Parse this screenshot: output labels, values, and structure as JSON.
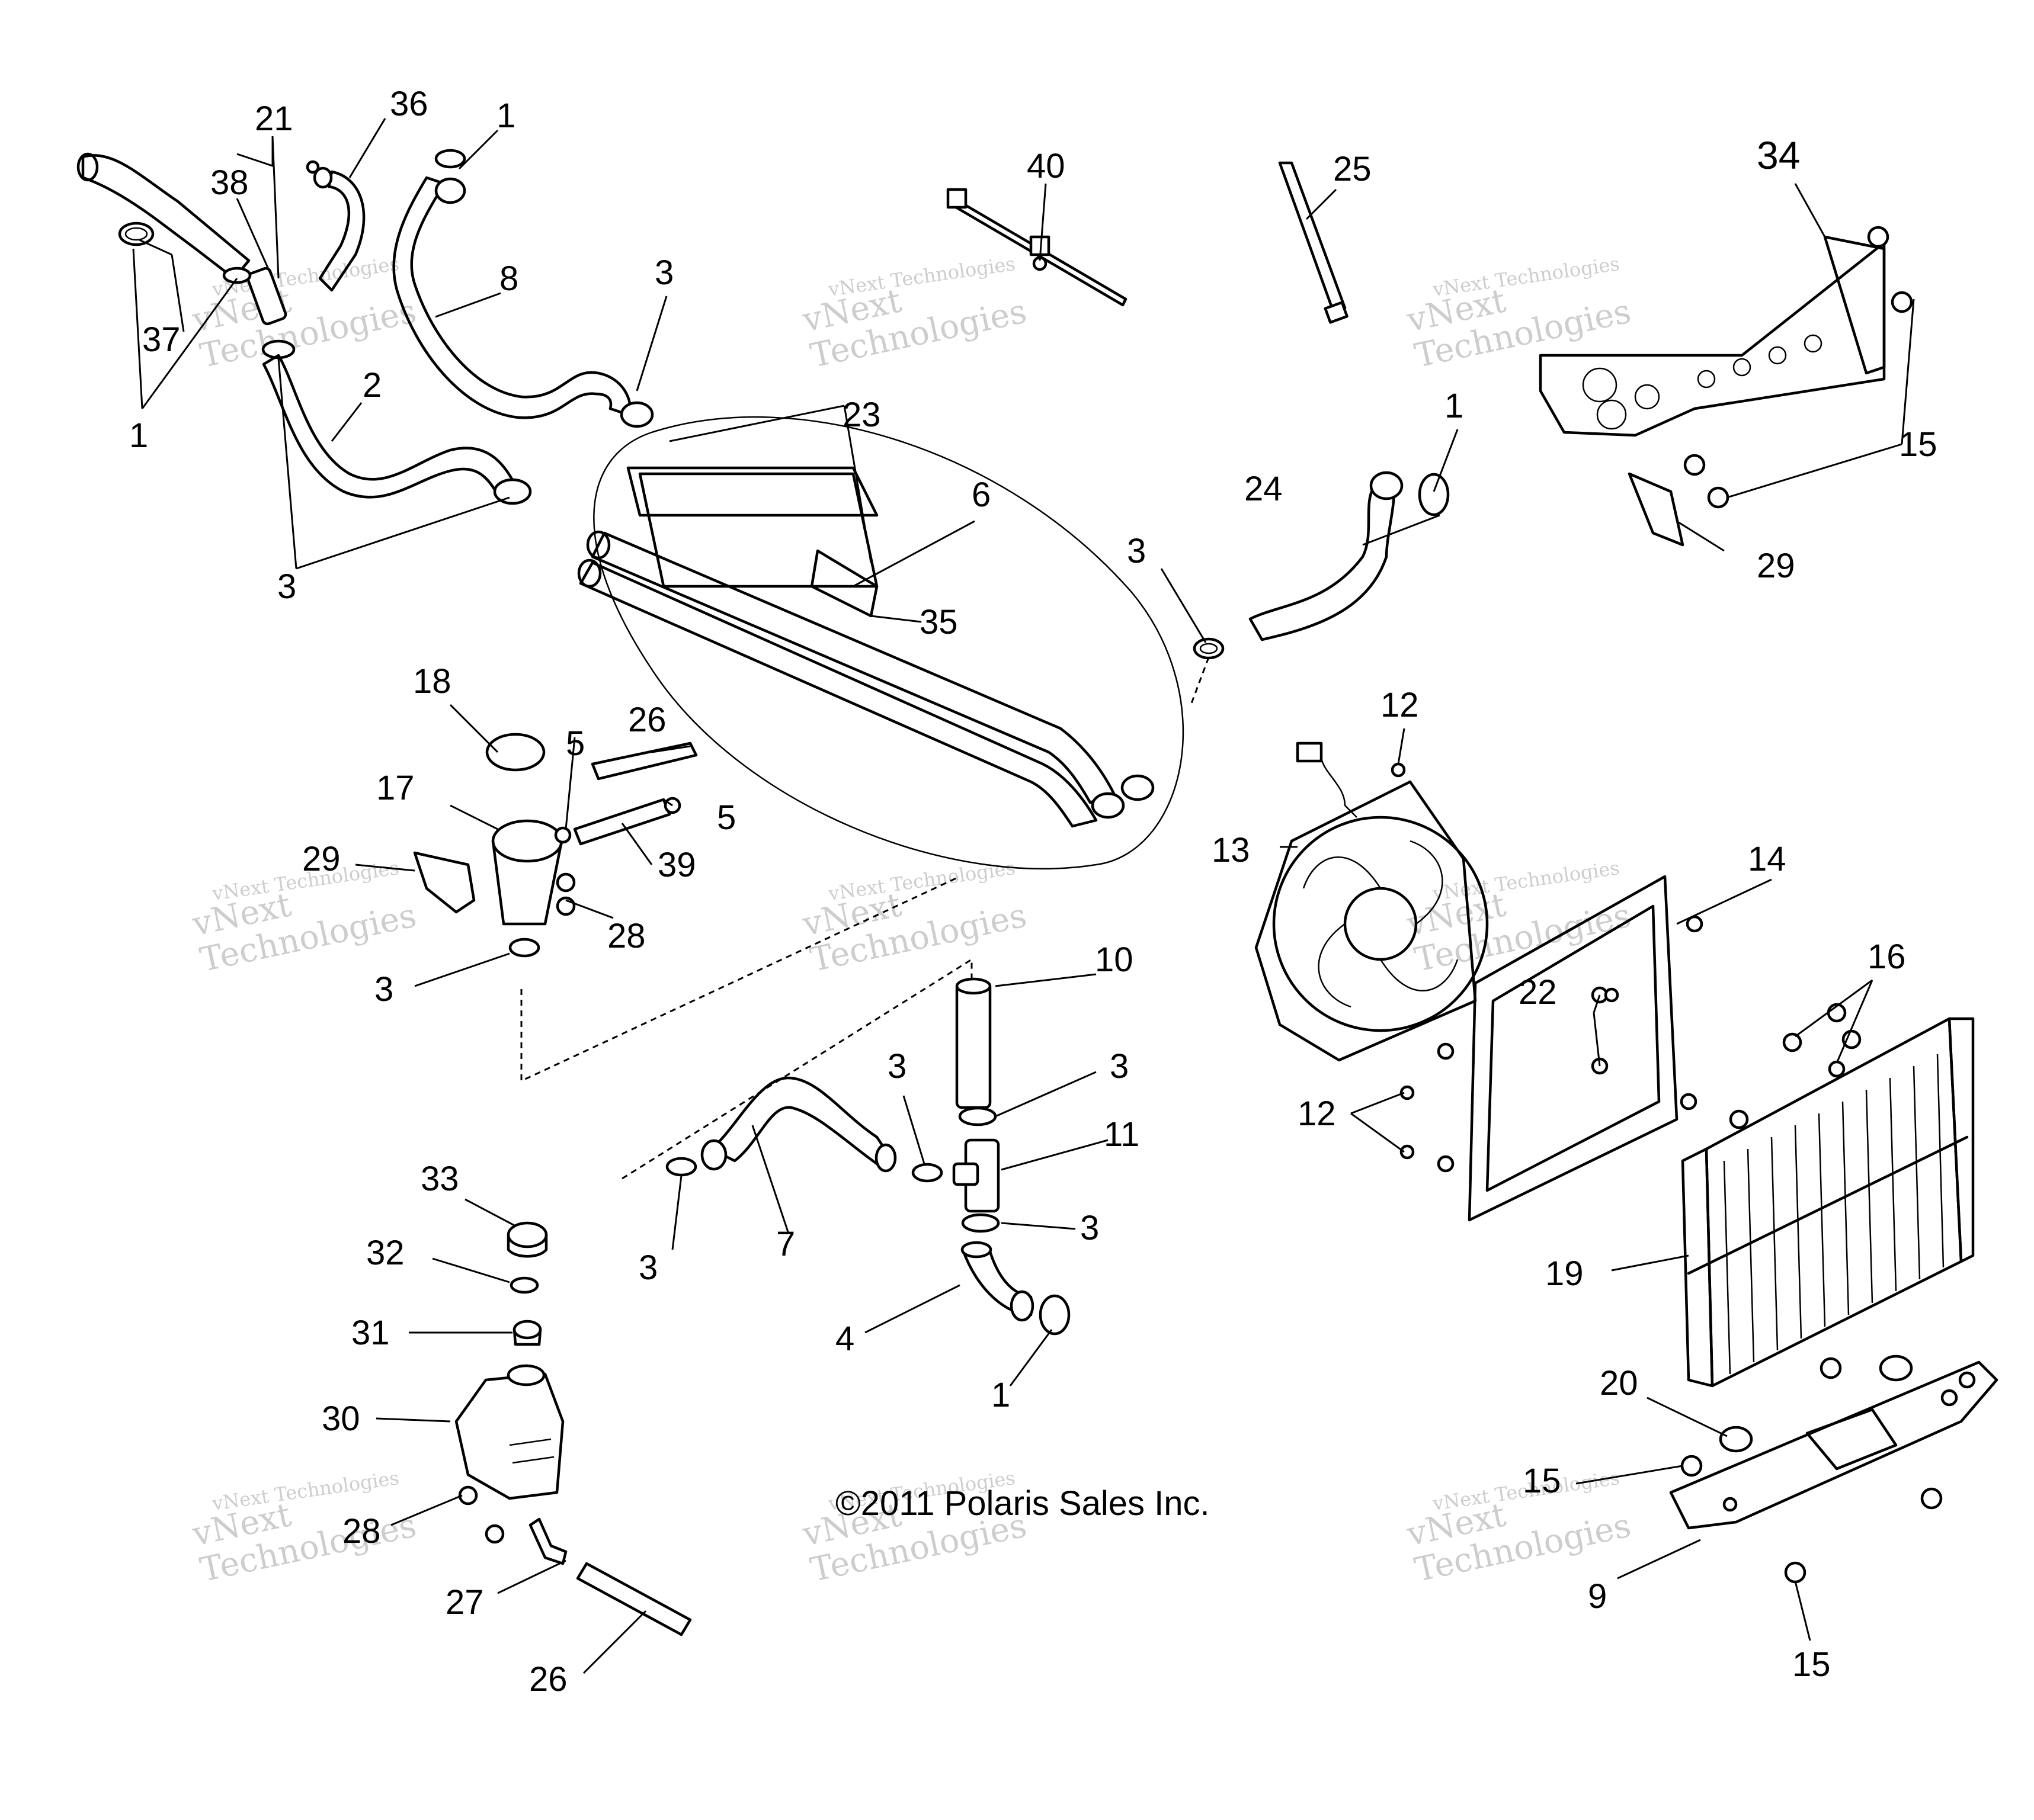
{
  "diagram": {
    "copyright": "©2011 Polaris Sales Inc.",
    "watermark_line1": "vNext Technologies",
    "watermark_line2": "vNext\nTechnologies",
    "callouts": [
      "1",
      "2",
      "3",
      "4",
      "5",
      "6",
      "7",
      "8",
      "9",
      "10",
      "11",
      "12",
      "13",
      "14",
      "15",
      "16",
      "17",
      "18",
      "19",
      "20",
      "21",
      "22",
      "23",
      "24",
      "25",
      "26",
      "27",
      "28",
      "29",
      "30",
      "31",
      "32",
      "33",
      "34",
      "35",
      "36",
      "37",
      "38",
      "39",
      "40"
    ]
  }
}
